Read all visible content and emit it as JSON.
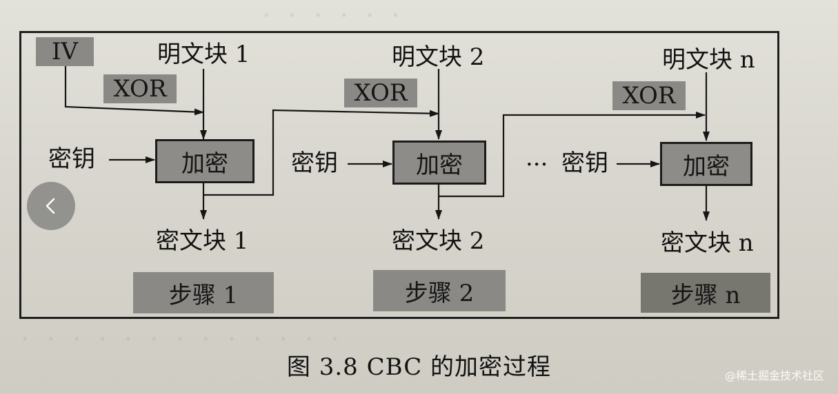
{
  "iv_label": "IV",
  "xor_label": "XOR",
  "key_label": "密钥",
  "encrypt_label": "加密",
  "ellipsis": "···",
  "steps": [
    {
      "plaintext": "明文块 1",
      "ciphertext": "密文块 1",
      "step": "步骤 1"
    },
    {
      "plaintext": "明文块 2",
      "ciphertext": "密文块 2",
      "step": "步骤 2"
    },
    {
      "plaintext": "明文块 n",
      "ciphertext": "密文块 n",
      "step": "步骤 n"
    }
  ],
  "caption": "图 3.8   CBC 的加密过程",
  "watermark": "@稀土掘金技术社区"
}
